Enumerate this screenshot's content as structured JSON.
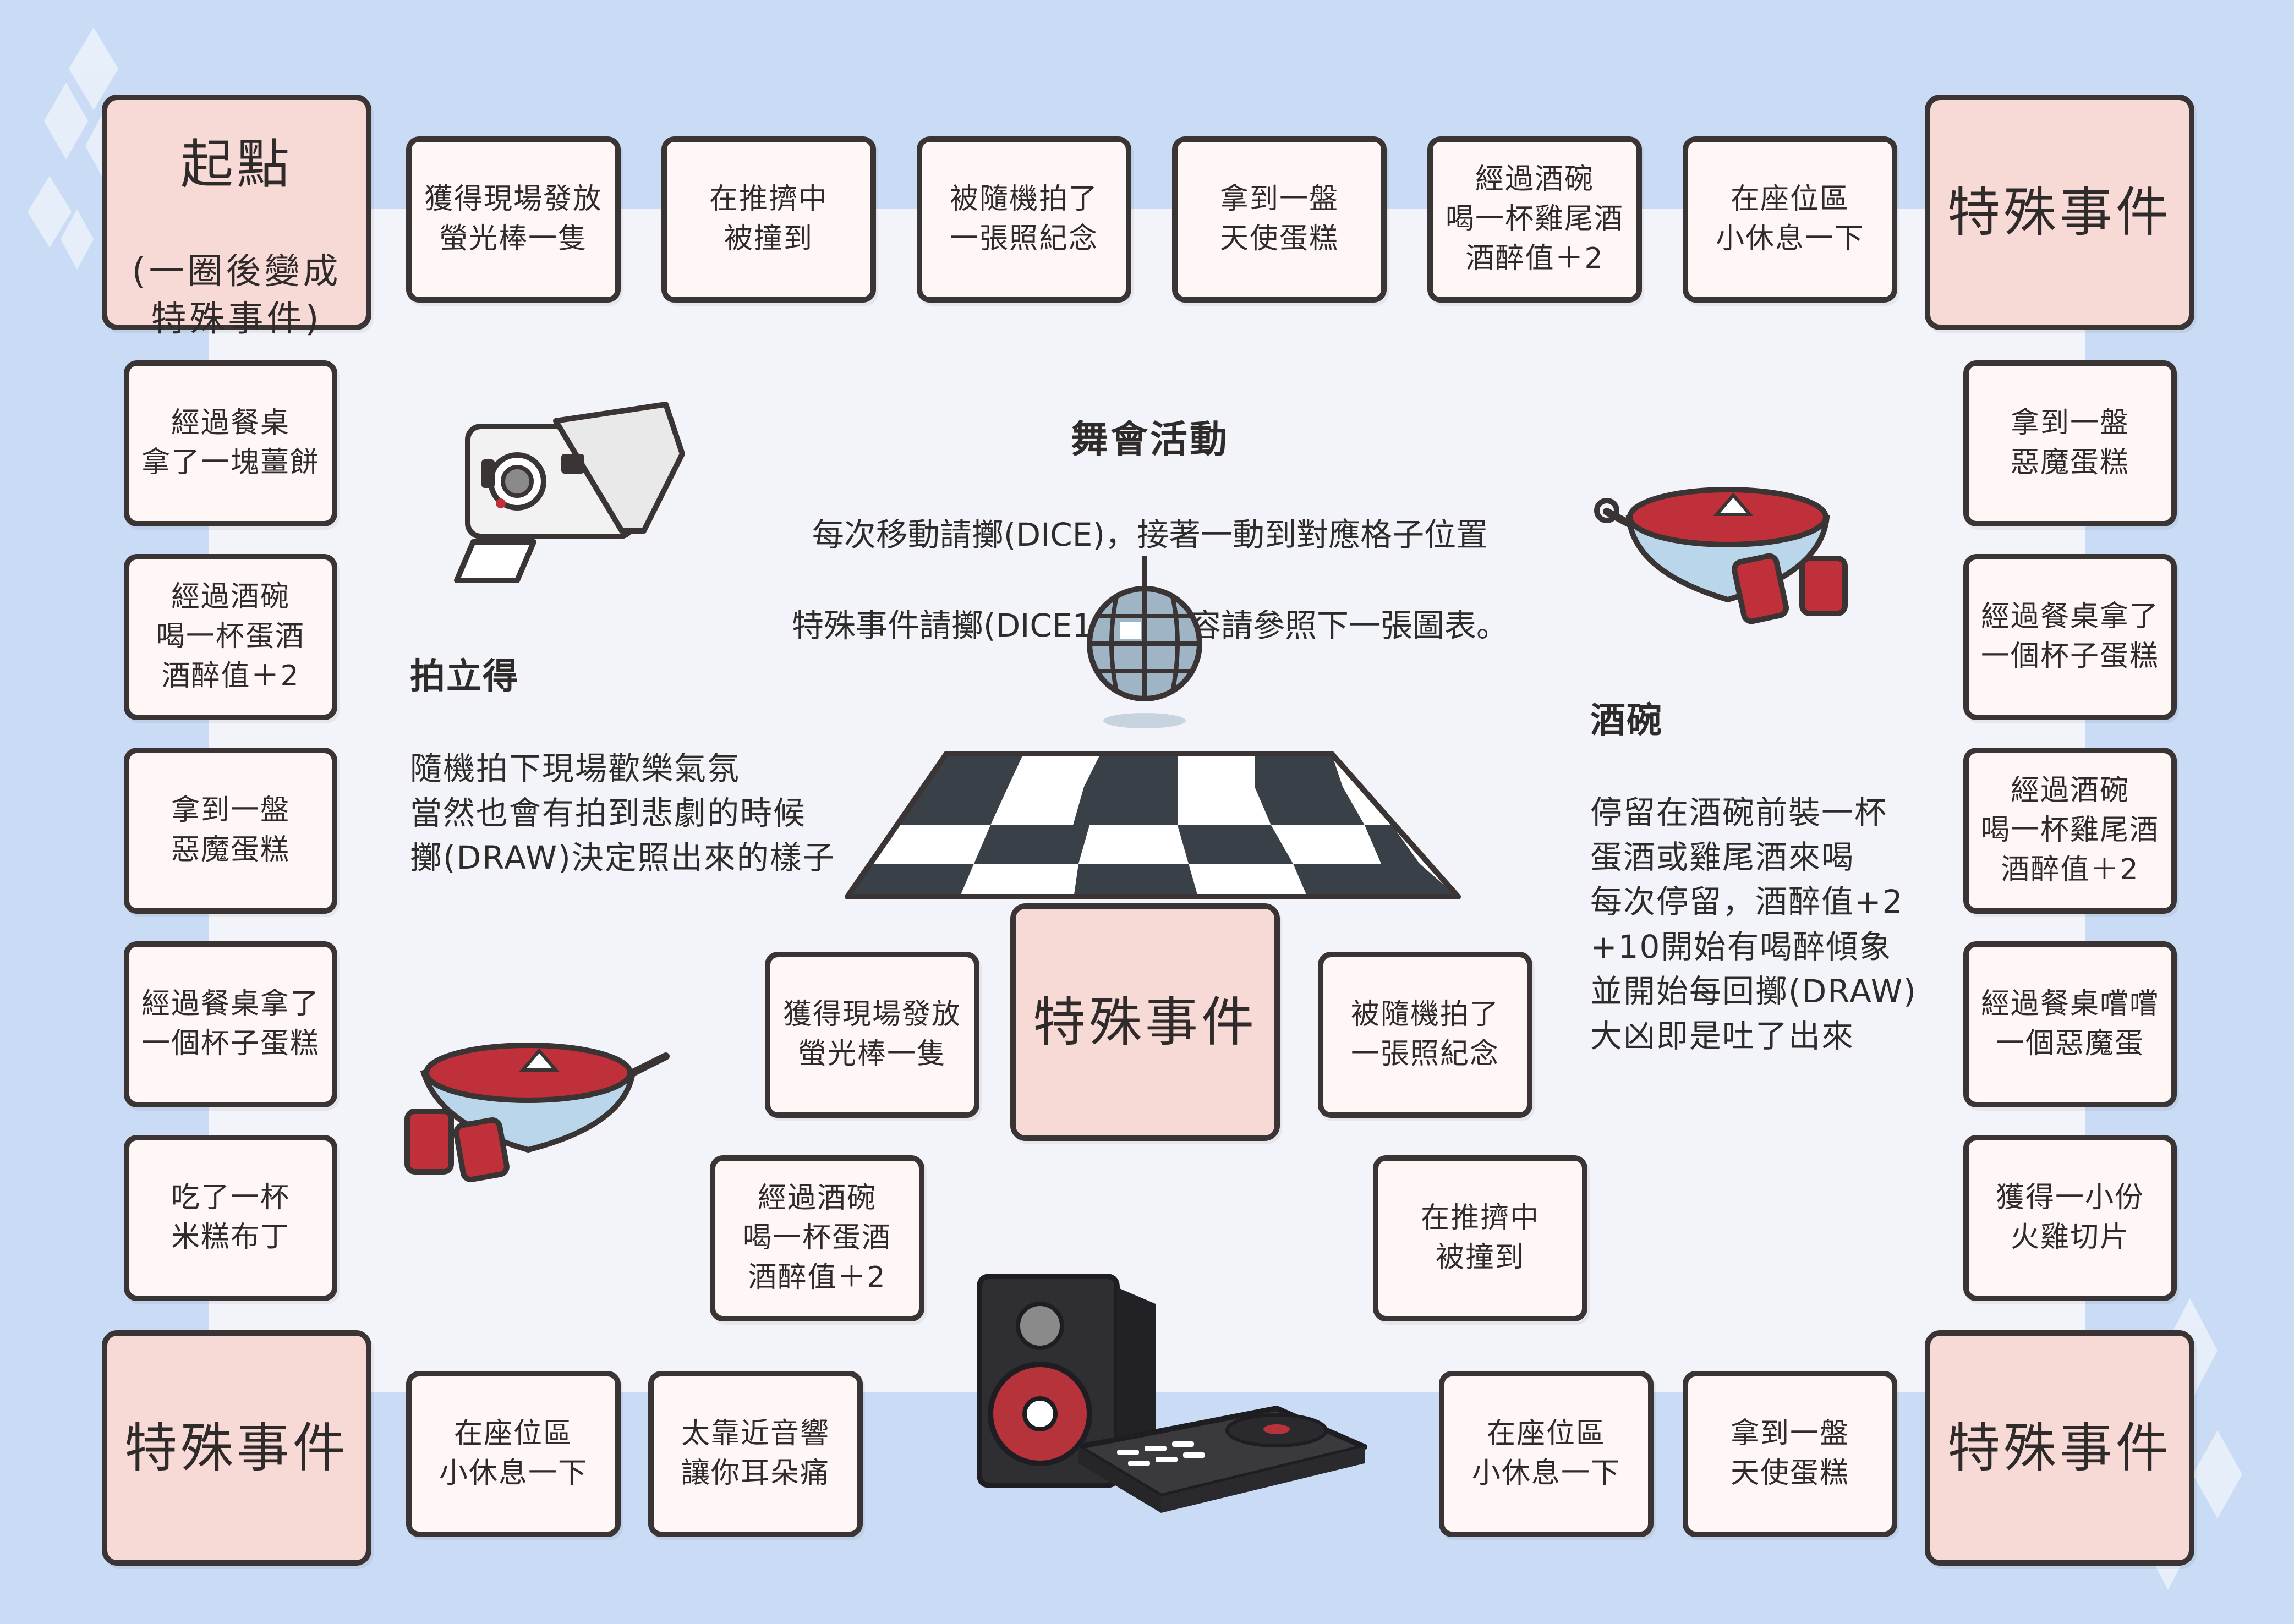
{
  "board": {
    "title": "舞會活動",
    "rules": [
      "每次移動請擲(DICE)，接著一動到對應格子位置",
      "特殊事件請擲(DICE10)，內容請參照下一張圖表。"
    ]
  },
  "corners": {
    "start_title": "起點",
    "start_sub": "(一圈後變成\n特殊事件)",
    "top_right": "特殊事件",
    "bottom_left": "特殊事件",
    "bottom_right": "特殊事件",
    "center": "特殊事件"
  },
  "top_tiles": [
    "獲得現場發放\n螢光棒一隻",
    "在推擠中\n被撞到",
    "被隨機拍了\n一張照紀念",
    "拿到一盤\n天使蛋糕",
    "經過酒碗\n喝一杯雞尾酒\n酒醉值＋2",
    "在座位區\n小休息一下"
  ],
  "left_tiles": [
    "經過餐桌\n拿了一塊薑餅",
    "經過酒碗\n喝一杯蛋酒\n酒醉值＋2",
    "拿到一盤\n惡魔蛋糕",
    "經過餐桌拿了\n一個杯子蛋糕",
    "吃了一杯\n米糕布丁"
  ],
  "right_tiles": [
    "拿到一盤\n惡魔蛋糕",
    "經過餐桌拿了\n一個杯子蛋糕",
    "經過酒碗\n喝一杯雞尾酒\n酒醉值＋2",
    "經過餐桌嚐嚐\n一個惡魔蛋",
    "獲得一小份\n火雞切片"
  ],
  "bottom_tiles": [
    "在座位區\n小休息一下",
    "太靠近音響\n讓你耳朵痛",
    "在座位區\n小休息一下",
    "拿到一盤\n天使蛋糕"
  ],
  "inner_tiles": {
    "left_top": "獲得現場發放\n螢光棒一隻",
    "right_top": "被隨機拍了\n一張照紀念",
    "left_bottom": "經過酒碗\n喝一杯蛋酒\n酒醉值＋2",
    "right_bottom": "在推擠中\n被撞到"
  },
  "notes": {
    "camera_title": "拍立得",
    "camera_body": "隨機拍下現場歡樂氣氛\n當然也會有拍到悲劇的時候\n擲(DRAW)決定照出來的樣子",
    "bowl_title": "酒碗",
    "bowl_body": "停留在酒碗前裝一杯\n蛋酒或雞尾酒來喝\n每次停留，酒醉值+2\n+10開始有喝醉傾象\n並開始每回擲(DRAW)\n大凶即是吐了出來"
  },
  "colors": {
    "background": "#c9dbf5",
    "tile_fill": "#fef7f5",
    "special_fill": "#f7d9d6",
    "border": "#3a3434",
    "punch": "#c0303a",
    "cup": "#c0303a"
  },
  "icons": [
    "diamond-pattern-icon",
    "polaroid-camera-icon",
    "punch-bowl-icon",
    "disco-ball-icon",
    "dance-floor-icon",
    "speaker-turntable-icon"
  ]
}
